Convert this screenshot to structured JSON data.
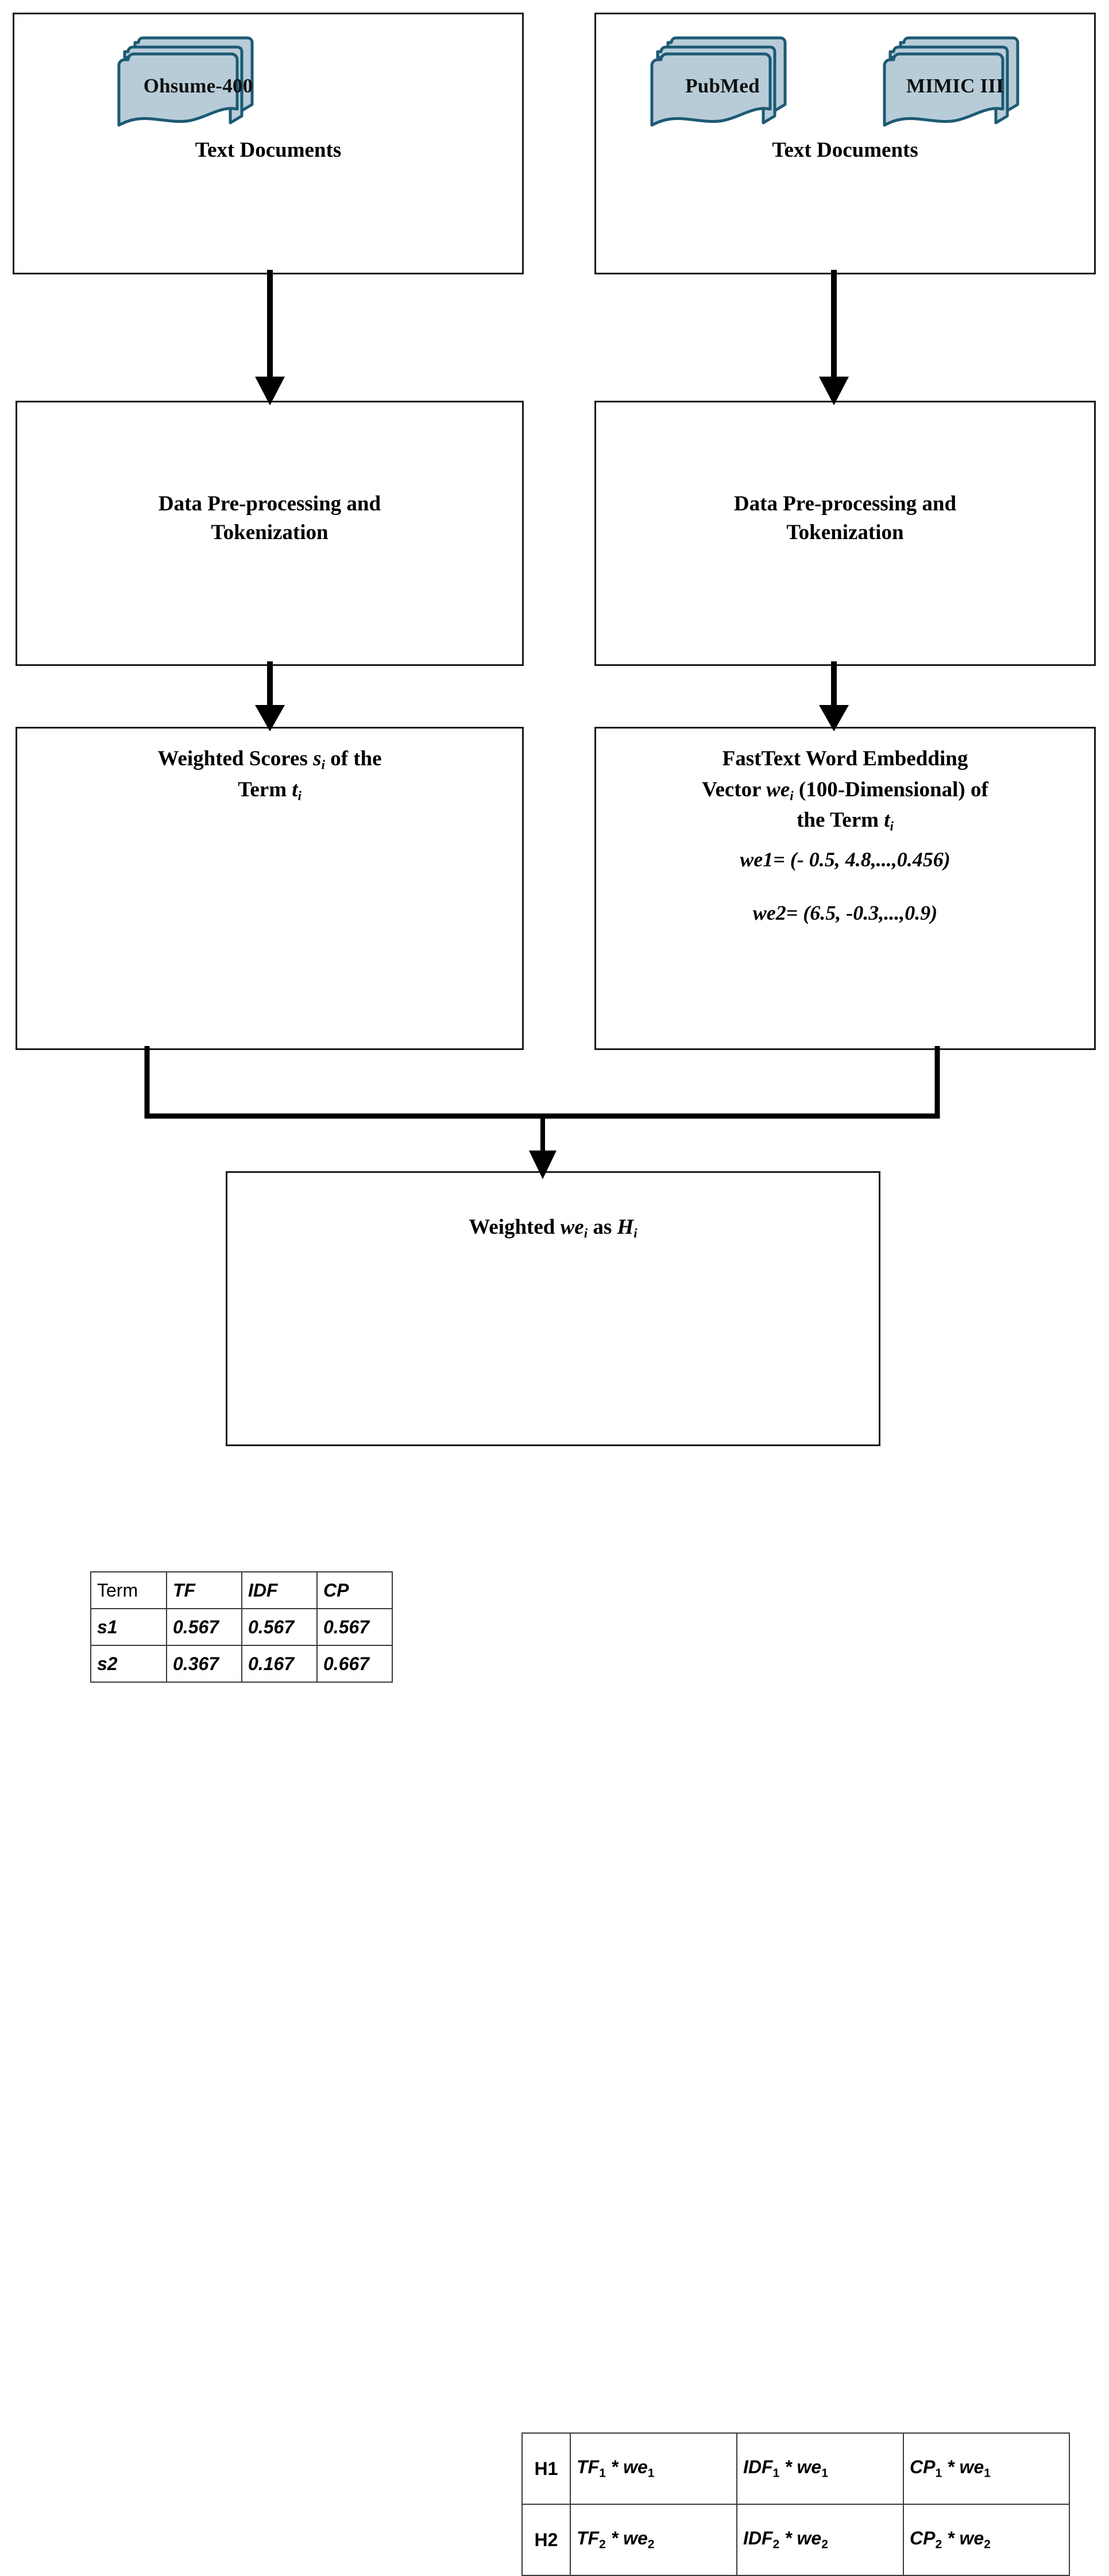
{
  "diagram": {
    "title": "Weighted FastText word embedding pipeline",
    "colors": {
      "doc_fill": "#b8ccd8",
      "doc_stroke": "#1d5a74",
      "box_stroke": "#1a1a1a",
      "table_stroke": "#3b3b3b"
    }
  },
  "source_left": {
    "documents": [
      {
        "icon": "document-stack-icon",
        "label": "Ohsume-400"
      }
    ],
    "caption": "Text Documents"
  },
  "source_right": {
    "documents": [
      {
        "icon": "document-stack-icon",
        "label": "PubMed"
      },
      {
        "icon": "document-stack-icon",
        "label": "MIMIC III"
      }
    ],
    "caption": "Text Documents"
  },
  "preproc_left": {
    "line1": "Data Pre-processing and",
    "line2": "Tokenization"
  },
  "preproc_right": {
    "line1": "Data Pre-processing and",
    "line2": "Tokenization"
  },
  "scores": {
    "title_line1_a": "Weighted Scores ",
    "title_line1_var": "s",
    "title_line1_sub": "i",
    "title_line1_b": " of the",
    "title_line2_a": "Term ",
    "title_line2_var": "t",
    "title_line2_sub": "i",
    "table": {
      "headers": [
        "Term",
        "TF",
        "IDF",
        "CP"
      ],
      "rows": [
        [
          "s1",
          "0.567",
          "0.567",
          "0.567"
        ],
        [
          "s2",
          "0.367",
          "0.167",
          "0.667"
        ]
      ]
    }
  },
  "fasttext": {
    "title_line1": "FastText Word Embedding",
    "title_line2_a": "Vector ",
    "title_line2_var": "we",
    "title_line2_sub": "i",
    "title_line2_b": " (100-Dimensional) of",
    "title_line3_a": "the Term ",
    "title_line3_var": "t",
    "title_line3_sub": "i",
    "vectors": [
      "we1= (- 0.5, 4.8,...,0.456)",
      "we2= (6.5, -0.3,...,0.9)"
    ]
  },
  "fusion": {
    "title_a": "Weighted ",
    "title_var": "we",
    "title_sub": "i",
    "title_b": "  as ",
    "title_var2": "H",
    "title_sub2": "i",
    "table": {
      "rows": [
        {
          "label": "H1",
          "cells": [
            {
              "base": "TF",
              "sub": "1",
              "op": " * ",
              "base2": "we",
              "sub2": "1"
            },
            {
              "base": "IDF",
              "sub": "1",
              "op": " * ",
              "base2": "we",
              "sub2": "1"
            },
            {
              "base": "CP",
              "sub": "1",
              "op": " * ",
              "base2": "we",
              "sub2": "1"
            }
          ]
        },
        {
          "label": "H2",
          "cells": [
            {
              "base": "TF",
              "sub": "2",
              "op": " * ",
              "base2": "we",
              "sub2": "2"
            },
            {
              "base": "IDF",
              "sub": "2",
              "op": " * ",
              "base2": "we",
              "sub2": "2"
            },
            {
              "base": "CP",
              "sub": "2",
              "op": " * ",
              "base2": "we",
              "sub2": "2"
            }
          ]
        }
      ]
    }
  },
  "connectors": [
    {
      "name": "arrow-source-left-to-preproc-left",
      "icon": "down-arrow-icon"
    },
    {
      "name": "arrow-source-right-to-preproc-right",
      "icon": "down-arrow-icon"
    },
    {
      "name": "arrow-preproc-left-to-scores",
      "icon": "down-arrow-icon"
    },
    {
      "name": "arrow-preproc-right-to-fasttext",
      "icon": "down-arrow-icon"
    },
    {
      "name": "merge-connector-to-fusion",
      "icon": "merge-down-arrow-icon"
    }
  ]
}
